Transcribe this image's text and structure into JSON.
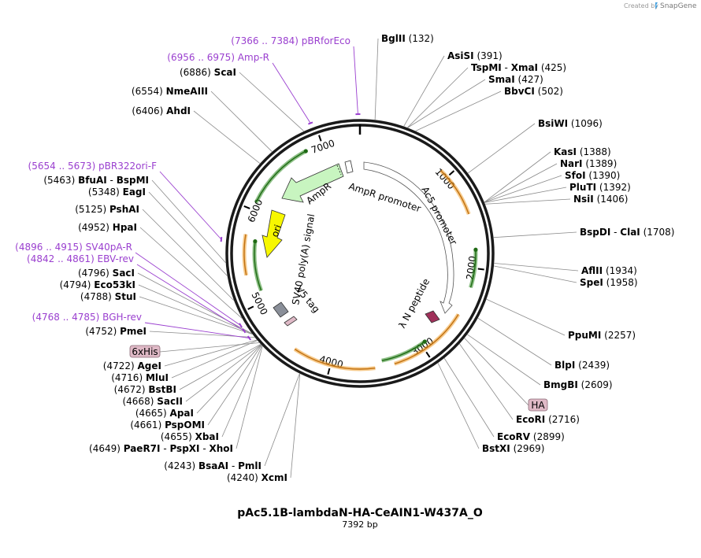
{
  "brand": {
    "created_by": "Created by",
    "name": "SnapGene"
  },
  "plasmid": {
    "name": "pAc5.1B-lambdaN-HA-CeAIN1-W437A_O",
    "size_label": "7392 bp",
    "total_bp": 7392
  },
  "ticks": [
    "1000",
    "2000",
    "3000",
    "4000",
    "5000",
    "6000",
    "7000"
  ],
  "sites": [
    {
      "pos": 132,
      "parts": [
        [
          "BglII"
        ]
      ],
      "num": "(132)"
    },
    {
      "pos": 391,
      "parts": [
        [
          "AsiSI"
        ]
      ],
      "num": "(391)"
    },
    {
      "pos": 425,
      "parts": [
        [
          "TspMI"
        ],
        [
          "XmaI"
        ]
      ],
      "num": "(425)"
    },
    {
      "pos": 427,
      "parts": [
        [
          "SmaI"
        ]
      ],
      "num": "(427)"
    },
    {
      "pos": 502,
      "parts": [
        [
          "BbvCI"
        ]
      ],
      "num": "(502)"
    },
    {
      "pos": 1096,
      "parts": [
        [
          "BsiWI"
        ]
      ],
      "num": "(1096)"
    },
    {
      "pos": 1388,
      "parts": [
        [
          "KasI"
        ]
      ],
      "num": "(1388)"
    },
    {
      "pos": 1389,
      "parts": [
        [
          "NarI"
        ]
      ],
      "num": "(1389)"
    },
    {
      "pos": 1390,
      "parts": [
        [
          "SfoI"
        ]
      ],
      "num": "(1390)"
    },
    {
      "pos": 1392,
      "parts": [
        [
          "PluTI"
        ]
      ],
      "num": "(1392)"
    },
    {
      "pos": 1406,
      "parts": [
        [
          "NsiI"
        ]
      ],
      "num": "(1406)"
    },
    {
      "pos": 1708,
      "parts": [
        [
          "BspDI"
        ],
        [
          "ClaI"
        ]
      ],
      "num": "(1708)"
    },
    {
      "pos": 1934,
      "parts": [
        [
          "AflII"
        ]
      ],
      "num": "(1934)"
    },
    {
      "pos": 1958,
      "parts": [
        [
          "SpeI"
        ]
      ],
      "num": "(1958)"
    },
    {
      "pos": 2257,
      "parts": [
        [
          "PpuMI"
        ]
      ],
      "num": "(2257)"
    },
    {
      "pos": 2439,
      "parts": [
        [
          "BlpI"
        ]
      ],
      "num": "(2439)"
    },
    {
      "pos": 2609,
      "parts": [
        [
          "BmgBI"
        ]
      ],
      "num": "(2609)"
    },
    {
      "pos": 2716,
      "parts": [
        [
          "EcoRI"
        ]
      ],
      "num": "(2716)"
    },
    {
      "pos": 2899,
      "parts": [
        [
          "EcoRV"
        ]
      ],
      "num": "(2899)"
    },
    {
      "pos": 2969,
      "parts": [
        [
          "BstXI"
        ]
      ],
      "num": "(2969)"
    },
    {
      "pos": 4240,
      "parts": [
        [
          "XcmI"
        ]
      ],
      "num": "(4240)"
    },
    {
      "pos": 4243,
      "parts": [
        [
          "BsaAI"
        ],
        [
          "PmlI"
        ]
      ],
      "num": "(4243)"
    },
    {
      "pos": 4649,
      "parts": [
        [
          "PaeR7I"
        ],
        [
          "PspXI"
        ],
        [
          "XhoI"
        ]
      ],
      "num": "(4649)"
    },
    {
      "pos": 4655,
      "parts": [
        [
          "XbaI"
        ]
      ],
      "num": "(4655)"
    },
    {
      "pos": 4661,
      "parts": [
        [
          "PspOMI"
        ]
      ],
      "num": "(4661)"
    },
    {
      "pos": 4665,
      "parts": [
        [
          "ApaI"
        ]
      ],
      "num": "(4665)"
    },
    {
      "pos": 4668,
      "parts": [
        [
          "SacII"
        ]
      ],
      "num": "(4668)"
    },
    {
      "pos": 4672,
      "parts": [
        [
          "BstBI"
        ]
      ],
      "num": "(4672)"
    },
    {
      "pos": 4716,
      "parts": [
        [
          "MluI"
        ]
      ],
      "num": "(4716)"
    },
    {
      "pos": 4722,
      "parts": [
        [
          "AgeI"
        ]
      ],
      "num": "(4722)"
    },
    {
      "pos": 4752,
      "parts": [
        [
          "PmeI"
        ]
      ],
      "num": "(4752)"
    },
    {
      "pos": 4788,
      "parts": [
        [
          "StuI"
        ]
      ],
      "num": "(4788)"
    },
    {
      "pos": 4794,
      "parts": [
        [
          "Eco53kI"
        ]
      ],
      "num": "(4794)"
    },
    {
      "pos": 4796,
      "parts": [
        [
          "SacI"
        ]
      ],
      "num": "(4796)"
    },
    {
      "pos": 4952,
      "parts": [
        [
          "HpaI"
        ]
      ],
      "num": "(4952)"
    },
    {
      "pos": 5125,
      "parts": [
        [
          "PshAI"
        ]
      ],
      "num": "(5125)"
    },
    {
      "pos": 5348,
      "parts": [
        [
          "EagI"
        ]
      ],
      "num": "(5348)"
    },
    {
      "pos": 5463,
      "parts": [
        [
          "BfuAI"
        ],
        [
          "BspMI"
        ]
      ],
      "num": "(5463)"
    },
    {
      "pos": 6406,
      "parts": [
        [
          "AhdI"
        ]
      ],
      "num": "(6406)"
    },
    {
      "pos": 6554,
      "parts": [
        [
          "NmeAIII"
        ]
      ],
      "num": "(6554)"
    },
    {
      "pos": 6886,
      "parts": [
        [
          "ScaI"
        ]
      ],
      "num": "(6886)"
    }
  ],
  "primers": [
    {
      "pos": 7375,
      "range": "(7366 .. 7384)",
      "name": "pBRforEco"
    },
    {
      "pos": 6965,
      "range": "(6956 .. 6975)",
      "name": "Amp-R"
    },
    {
      "pos": 5663,
      "range": "(5654 .. 5673)",
      "name": "pBR322ori-F"
    },
    {
      "pos": 4905,
      "range": "(4896 .. 4915)",
      "name": "SV40pA-R"
    },
    {
      "pos": 4851,
      "range": "(4842 .. 4861)",
      "name": "EBV-rev"
    },
    {
      "pos": 4776,
      "range": "(4768 .. 4785)",
      "name": "BGH-rev"
    }
  ],
  "tags": [
    {
      "name": "6xHis",
      "pos": 4690
    },
    {
      "name": "HA",
      "pos": 2650
    }
  ],
  "features": {
    "ampr": "AmpR",
    "ampr_promoter": "AmpR promoter",
    "ac5_promoter": "Ac5 promoter",
    "ori": "ori",
    "sv40": "SV40 poly(A) signal",
    "v5": "V5 tag",
    "lambda_n": "λ N peptide"
  },
  "colors": {
    "backbone": "#1a1a1a",
    "orf_orange": "#f0a030",
    "orf_green": "#2e8b20",
    "ampr_fill": "#c8f5c0",
    "ori_fill": "#f7f700",
    "primer": "#9a3fcf",
    "tag_fill": "#dfb9c6",
    "lambda_fill": "#a0305a"
  }
}
